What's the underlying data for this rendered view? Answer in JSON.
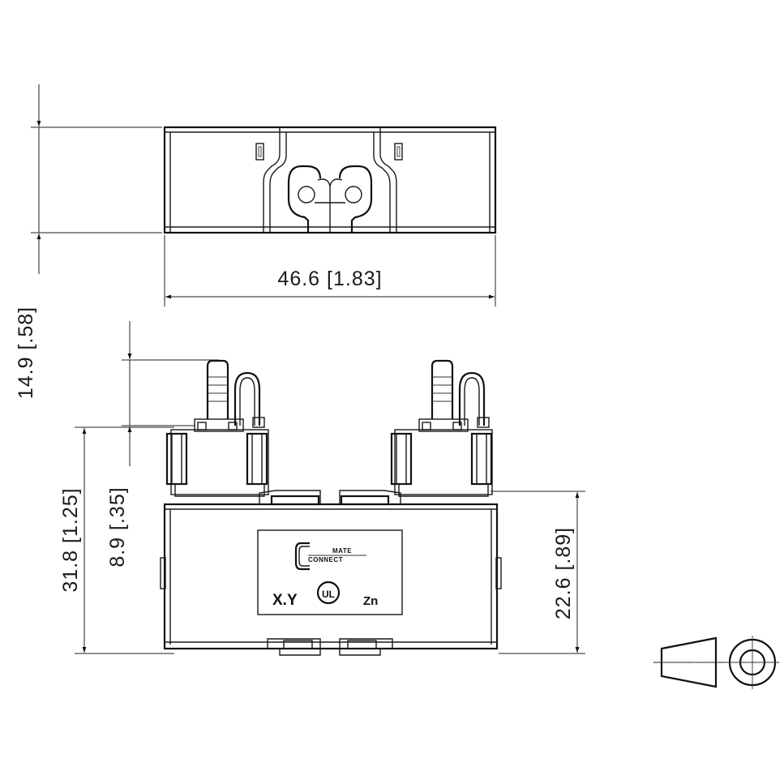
{
  "dimensions": {
    "width_top": "46.6 [1.83]",
    "height_top": "14.9 [.58]",
    "height_total": "31.8 [1.25]",
    "height_terminal": "8.9 [.35]",
    "height_body": "22.6 [.89]"
  },
  "label": {
    "brand_line1": "MATE",
    "brand_line2": "CONNECT",
    "model": "X.Y",
    "material": "Zn",
    "cert_mark": "UL"
  }
}
